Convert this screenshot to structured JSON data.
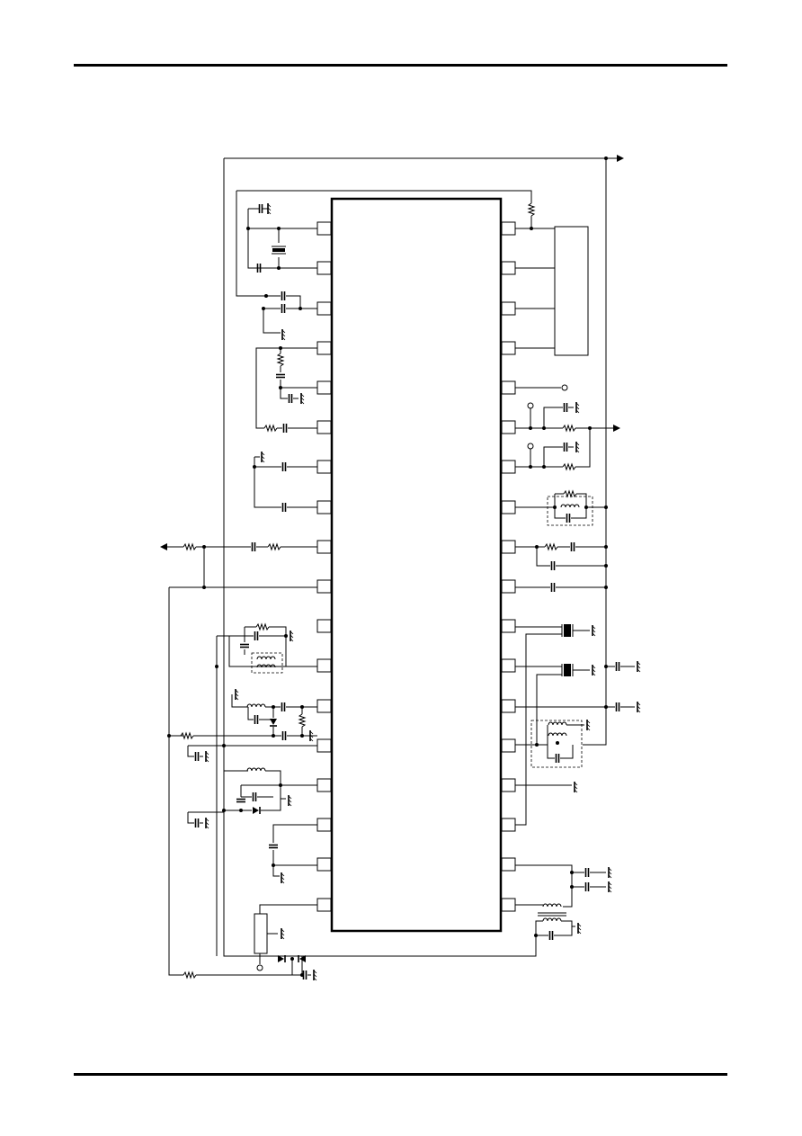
{
  "page": {
    "header_rule": true,
    "footer_rule": true
  },
  "diagram": {
    "type": "application-circuit",
    "ic_left_pins": 18,
    "ic_right_pins": 18,
    "components": [
      "resistor-icon",
      "capacitor-icon",
      "inductor-icon",
      "crystal-icon",
      "diode-icon",
      "ground-icon",
      "transformer-icon",
      "potentiometer-icon",
      "arrow-icon"
    ],
    "colors": {
      "ink": "#000000",
      "paper": "#ffffff"
    }
  }
}
